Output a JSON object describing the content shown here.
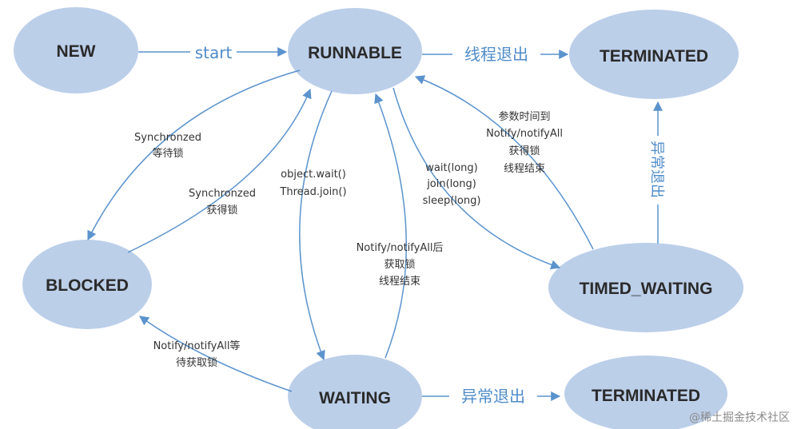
{
  "diagram": {
    "states": {
      "new": "NEW",
      "runnable": "RUNNABLE",
      "terminated_top": "TERMINATED",
      "blocked": "BLOCKED",
      "timed_waiting": "TIMED_WAITING",
      "waiting": "WAITING",
      "terminated_bottom": "TERMINATED"
    },
    "transitions": {
      "start": "start",
      "runnable_exit": "线程退出",
      "sync_wait_line1": "Synchronzed",
      "sync_wait_line2": "等待锁",
      "sync_acquire_line1": "Synchronzed",
      "sync_acquire_line2": "获得锁",
      "wait_line1": "object.wait()",
      "wait_line2": "Thread.join()",
      "notify_waiting_line1": "Notify/notifyAll后",
      "notify_waiting_line2": "获取锁",
      "notify_waiting_line3": "线程结束",
      "timed_line1": "wait(long)",
      "timed_line2": "join(long)",
      "timed_line3": "sleep(long)",
      "timed_return_line1": "参数时间到",
      "timed_return_line2": "Notify/notifyAll",
      "timed_return_line3": "获得锁",
      "timed_return_line4": "线程结束",
      "abnormal_exit_vertical": "异常退出",
      "notify_blocked_line1": "Notify/notifyAll等",
      "notify_blocked_line2": "待获取锁",
      "abnormal_exit_bottom": "异常退出"
    },
    "watermark": "@稀土掘金技术社区"
  },
  "colors": {
    "state_fill": "#bccfe9",
    "arrow": "#5b93cd",
    "big_label": "#4f8cc9"
  }
}
